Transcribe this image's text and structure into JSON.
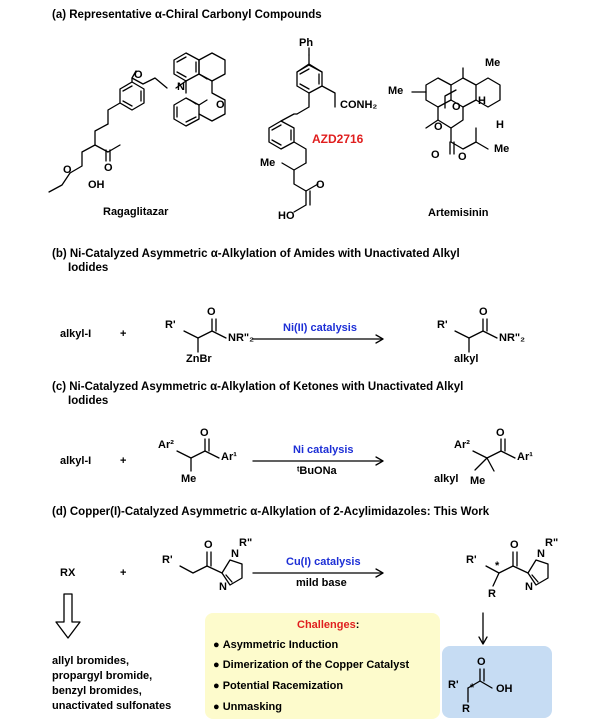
{
  "panels": {
    "a": {
      "title": "(a) Representative α-Chiral Carbonyl Compounds",
      "compounds": [
        "Ragaglitazar",
        "AZD2716",
        "Artemisinin"
      ],
      "atoms": {
        "ph": "Ph",
        "n": "N",
        "o": "O",
        "oh": "OH",
        "ho": "HO",
        "conh2": "CONH₂",
        "me": "Me",
        "h": "H",
        "o2": "O"
      }
    },
    "b": {
      "title_line1": "(b) Ni-Catalyzed Asymmetric α-Alkylation of Amides with Unactivated Alkyl",
      "title_line2": "Iodides",
      "reagent": "alkyl-I",
      "plus": "+",
      "r1": "R'",
      "nr2": "NR\"₂",
      "znbr": "ZnBr",
      "o": "O",
      "condition": "Ni(II) catalysis",
      "product_alkyl": "alkyl"
    },
    "c": {
      "title_line1": "(c) Ni-Catalyzed Asymmetric α-Alkylation of Ketones with Unactivated Alkyl",
      "title_line2": "Iodides",
      "reagent": "alkyl-I",
      "plus": "+",
      "ar2": "Ar²",
      "ar1": "Ar¹",
      "me": "Me",
      "o": "O",
      "condition": "Ni catalysis",
      "base": "ᵗBuONa",
      "product_alkyl": "alkyl"
    },
    "d": {
      "title": "(d) Copper(I)-Catalyzed Asymmetric α-Alkylation of 2-Acylimidazoles: This Work",
      "reagent": "RX",
      "plus": "+",
      "r1": "R'",
      "r2": "R\"",
      "n": "N",
      "o": "O",
      "r": "R",
      "star": "*",
      "oh": "OH",
      "condition": "Cu(I) catalysis",
      "base": "mild base",
      "electrophiles": [
        "allyl bromides,",
        "propargyl bromide,",
        "benzyl bromides,",
        "unactivated sulfonates"
      ],
      "challenges_title": "Challenges",
      "challenges_colon": ":",
      "challenges": [
        "Asymmetric Induction",
        "Dimerization of the Copper Catalyst",
        "Potential Racemization",
        "Unmasking"
      ]
    }
  },
  "colors": {
    "red": "#e01e1e",
    "blue": "#1d2fd6",
    "yellow_box": "#fdfbcc",
    "blue_box": "#c6dcf3"
  }
}
